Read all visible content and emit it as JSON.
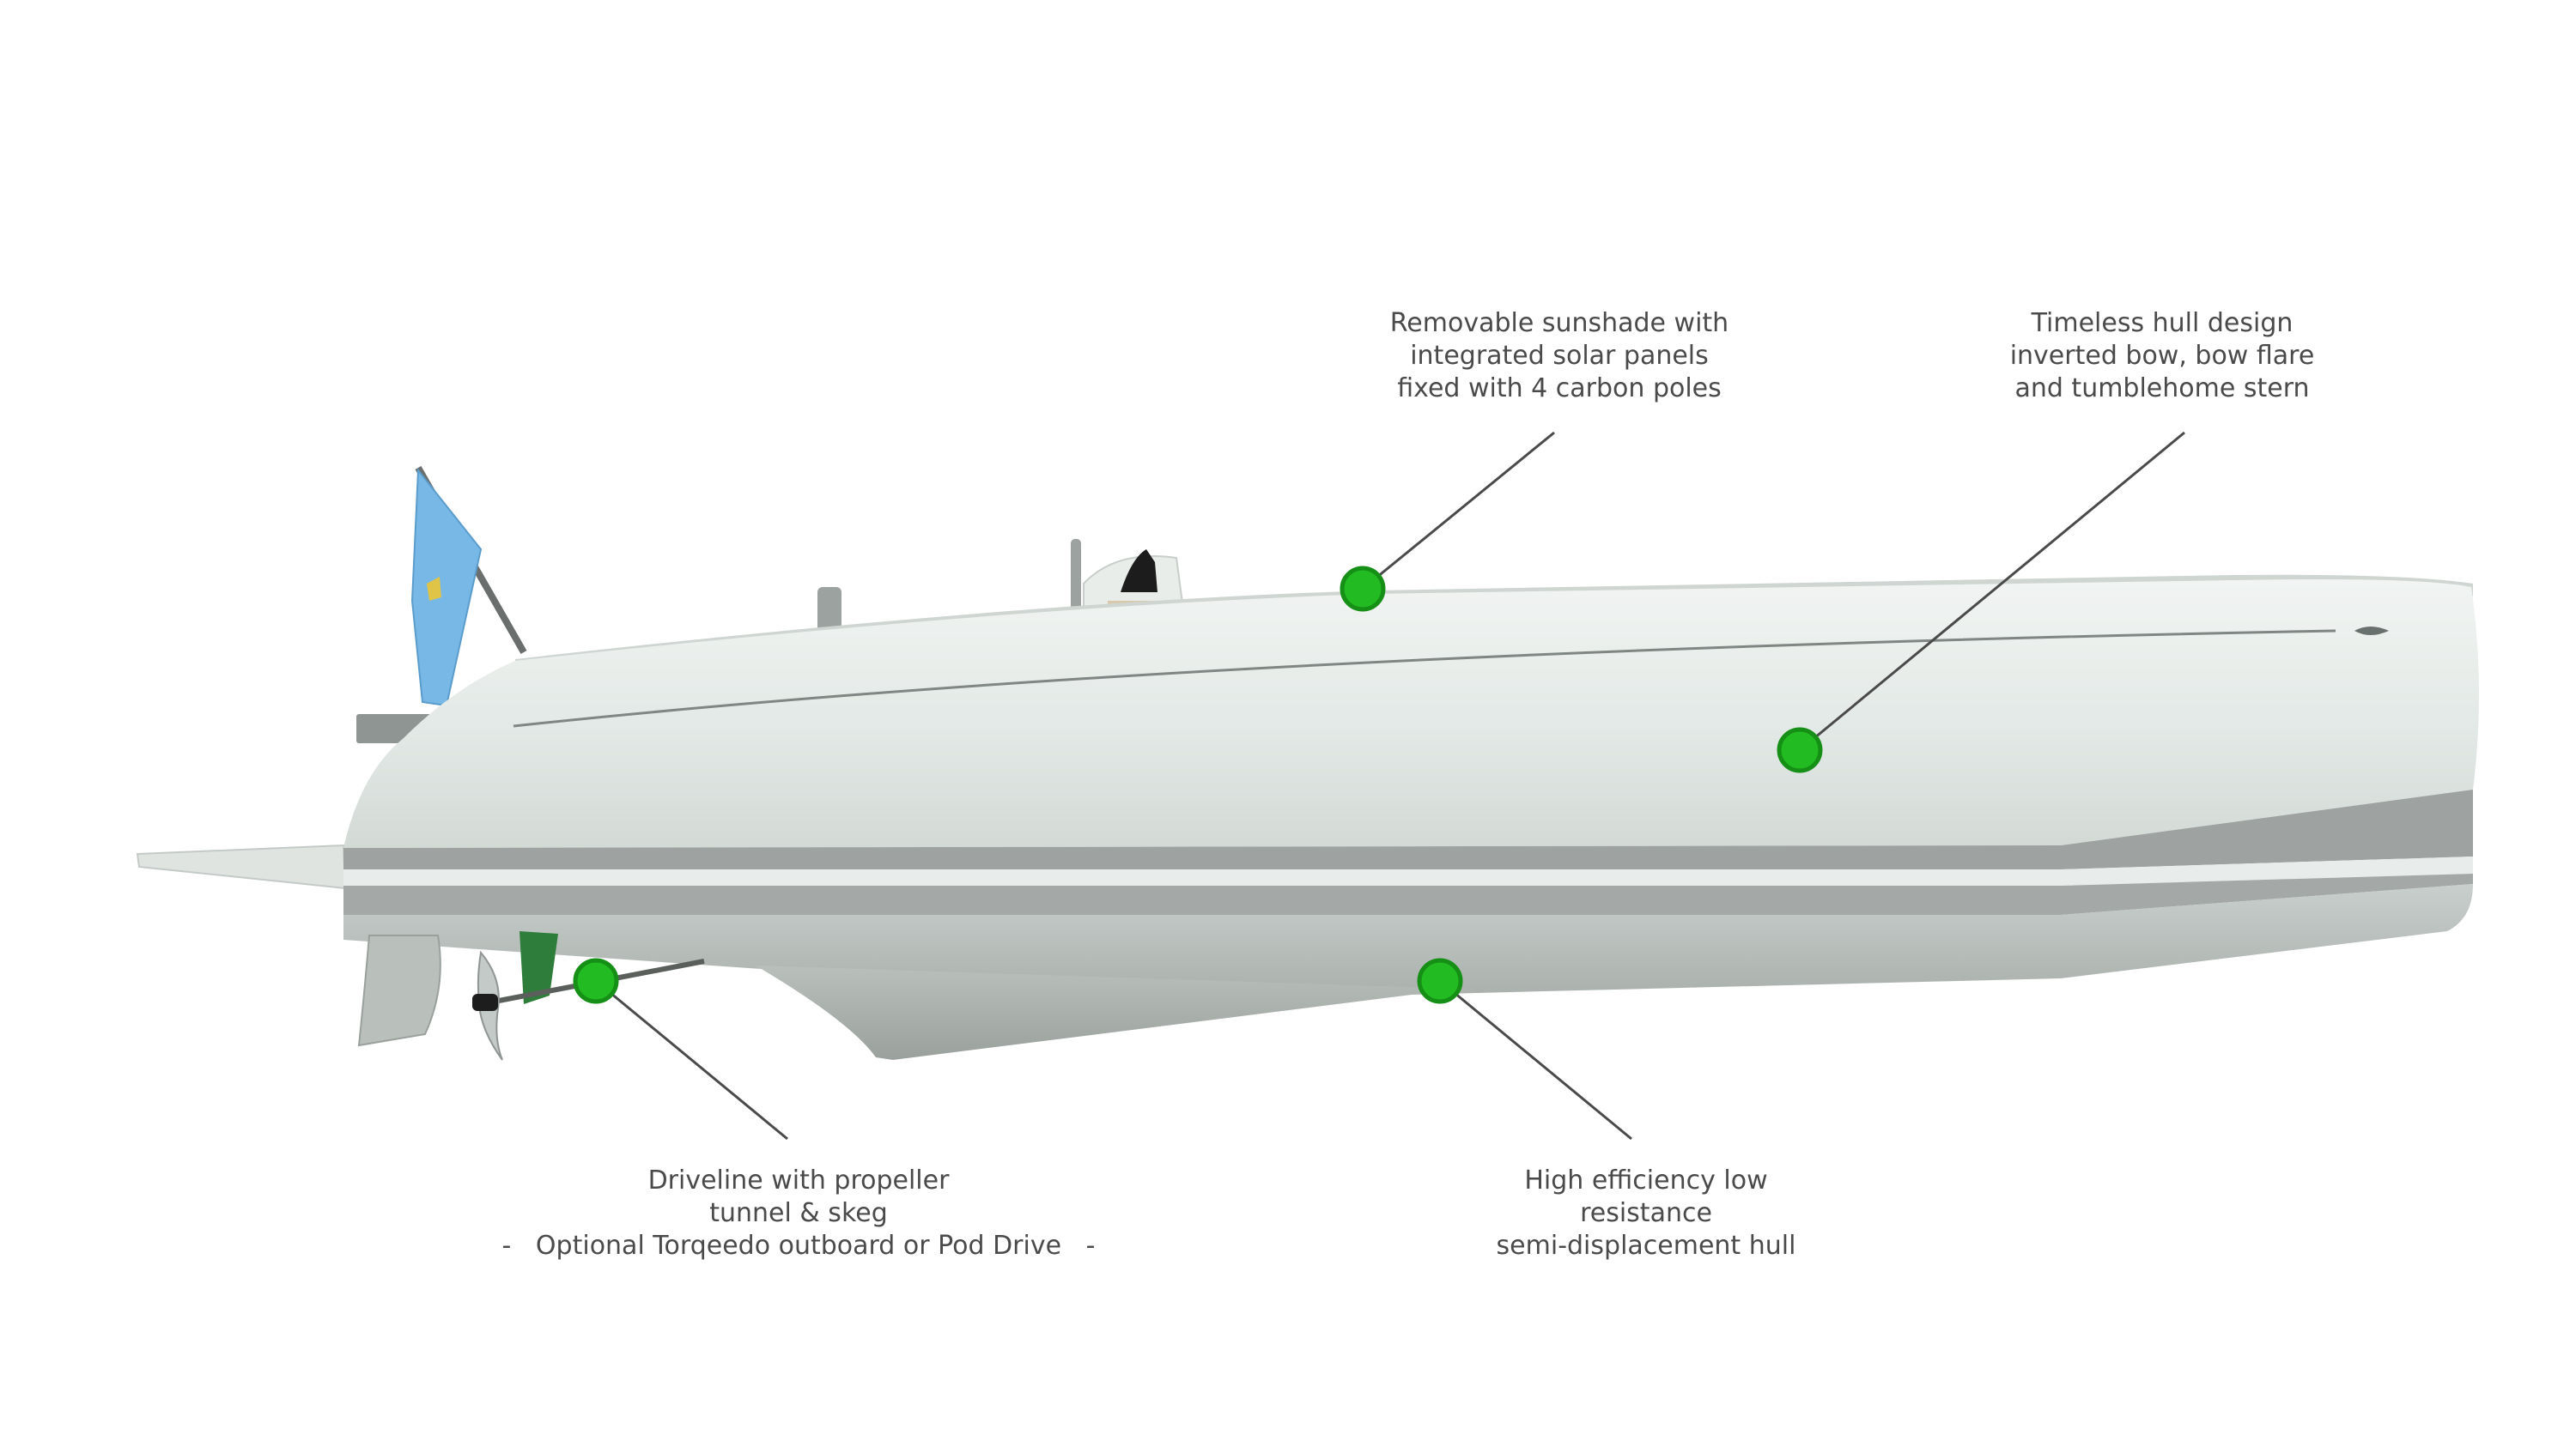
{
  "colors": {
    "hotspot": "#22bb22",
    "hotspot_ring": "#158f15",
    "leader_line": "#4a4a4a",
    "hull_light": "#e6ece9",
    "hull_stripe": "#9ea3a1",
    "hull_underbody": "#c3c9c6",
    "flag": "#78b8e6",
    "text": "#4a4a4a"
  },
  "callouts": {
    "sunshade": {
      "lines": [
        "Removable sunshade with",
        "integrated solar panels",
        "fixed with 4 carbon poles"
      ]
    },
    "hull_design": {
      "lines": [
        "Timeless hull design",
        "inverted bow, bow flare",
        "and tumblehome stern"
      ]
    },
    "driveline": {
      "lines": [
        "Driveline with propeller",
        "tunnel & skeg",
        "-   Optional Torqeedo outboard or Pod Drive   -"
      ]
    },
    "efficiency": {
      "lines": [
        "High efficiency low",
        "resistance",
        "semi-displacement hull"
      ]
    }
  }
}
